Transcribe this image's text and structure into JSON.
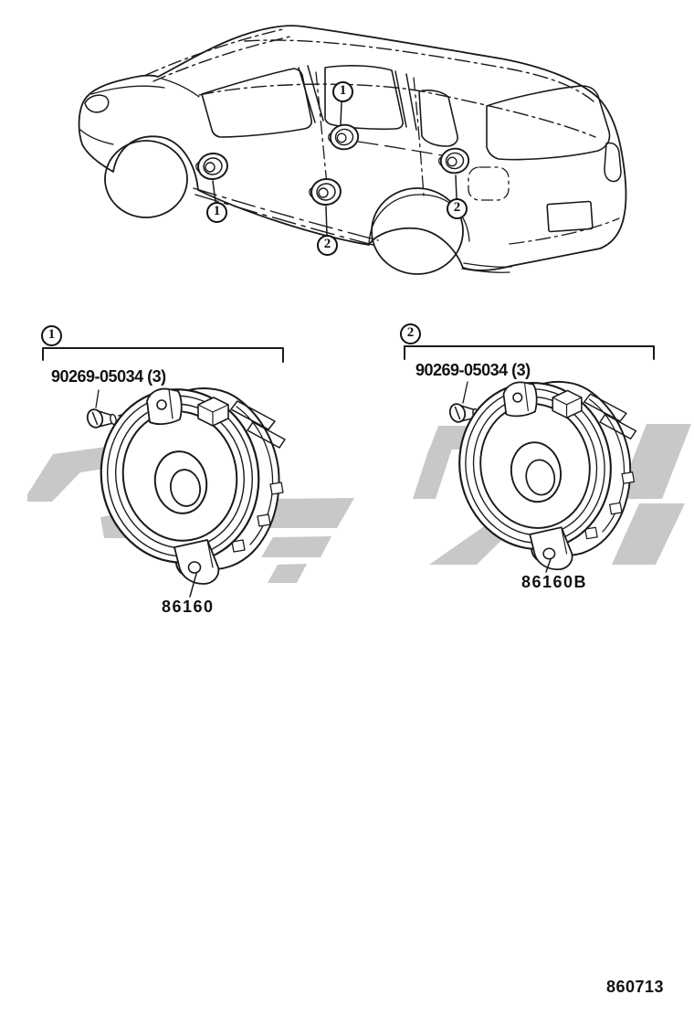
{
  "page": {
    "figure_number": "860713"
  },
  "colors": {
    "line": "#1a1a1a",
    "watermark": "#c8c8c8",
    "background": "#ffffff"
  },
  "vehicle_view": {
    "description": "minivan-side-view-line-art",
    "callouts": [
      {
        "ref": "1",
        "location": "front-door-speaker"
      },
      {
        "ref": "1",
        "location": "center-pillar-speaker"
      },
      {
        "ref": "2",
        "location": "sliding-door-speaker"
      },
      {
        "ref": "2",
        "location": "rear-quarter-speaker"
      }
    ]
  },
  "details": [
    {
      "callout_ref": "1",
      "screw_part_number": "90269-05034 (3)",
      "part_number": "86160"
    },
    {
      "callout_ref": "2",
      "screw_part_number": "90269-05034 (3)",
      "part_number": "86160B"
    }
  ]
}
